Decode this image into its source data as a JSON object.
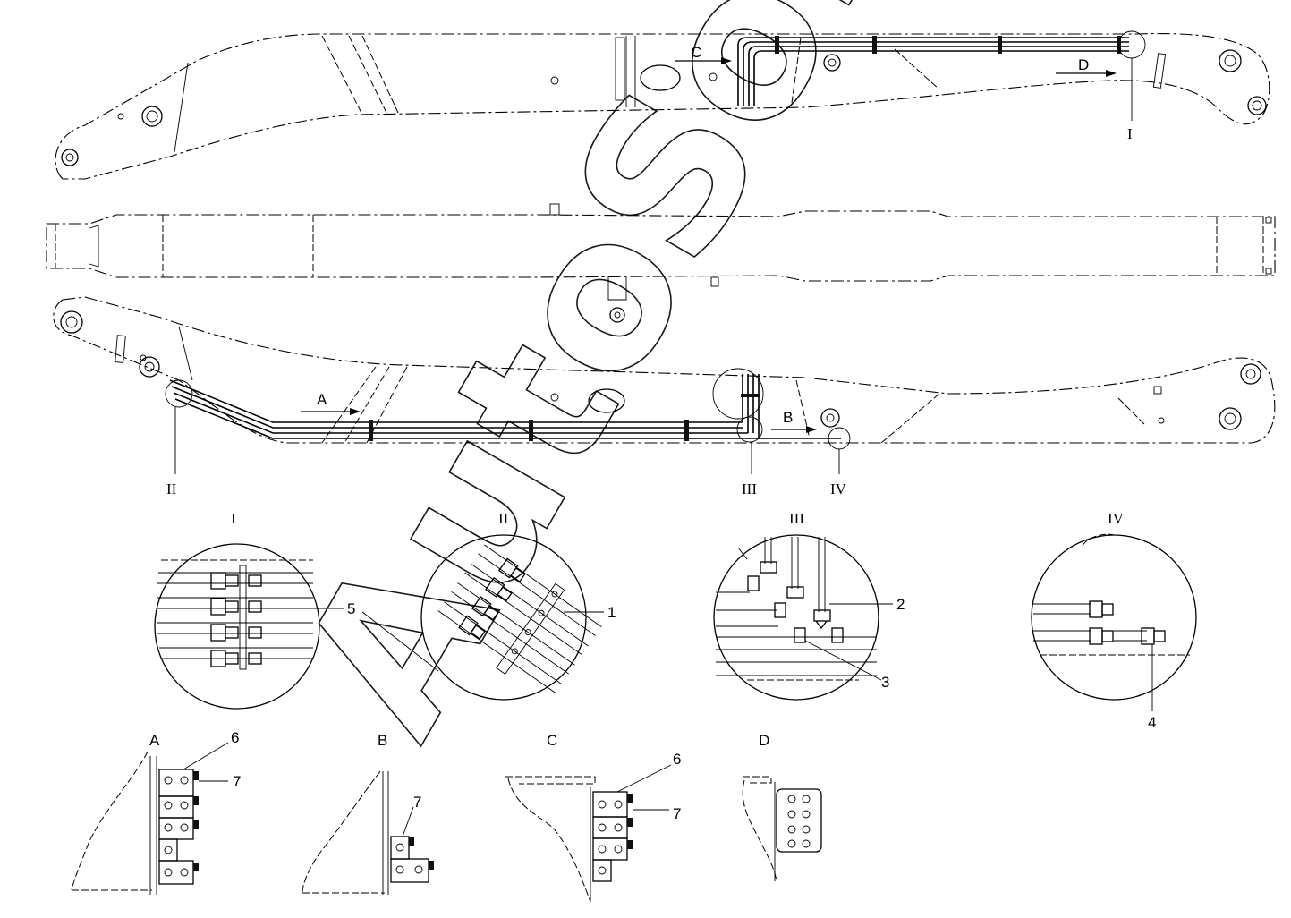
{
  "callouts": {
    "A": "A",
    "B": "B",
    "C": "C",
    "D": "D",
    "I": "I",
    "II": "II",
    "III": "III",
    "IV": "IV"
  },
  "detail_titles": {
    "I": "I",
    "II": "II",
    "III": "III",
    "IV": "IV"
  },
  "view_titles": {
    "A": "A",
    "B": "B",
    "C": "C",
    "D": "D"
  },
  "part_numbers": {
    "p1": "1",
    "p2": "2",
    "p3": "3",
    "p4": "4",
    "p5": "5",
    "p6": "6",
    "p7": "7"
  },
  "watermark": "AutoSoft"
}
